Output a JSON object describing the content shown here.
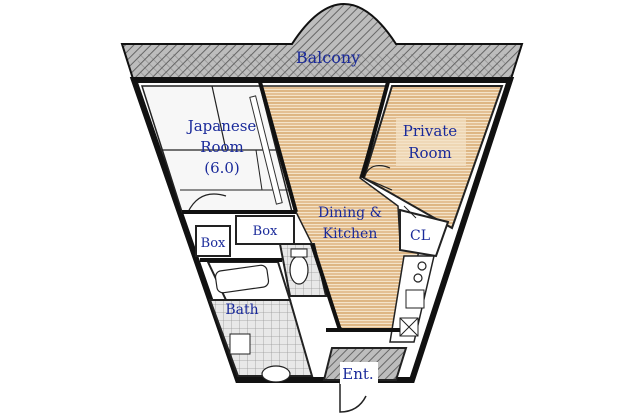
{
  "rooms": {
    "balcony": "Balcony",
    "japanese_room": [
      "Japanese",
      "Room",
      "(6.0)"
    ],
    "private_room": [
      "Private",
      "Room"
    ],
    "dining_kitchen": [
      "Dining &",
      "Kitchen"
    ],
    "closet": "CL",
    "box_left": "Box",
    "box_right": "Box",
    "bath": "Bath",
    "entrance": "Ent."
  },
  "colors": {
    "label": "#1a2a9a",
    "wall": "#111111",
    "floor_stripe": "#d9aa72",
    "floor_base": "#f4e3c8",
    "tatami": "#f7f7f7",
    "hatch": "#777777"
  }
}
